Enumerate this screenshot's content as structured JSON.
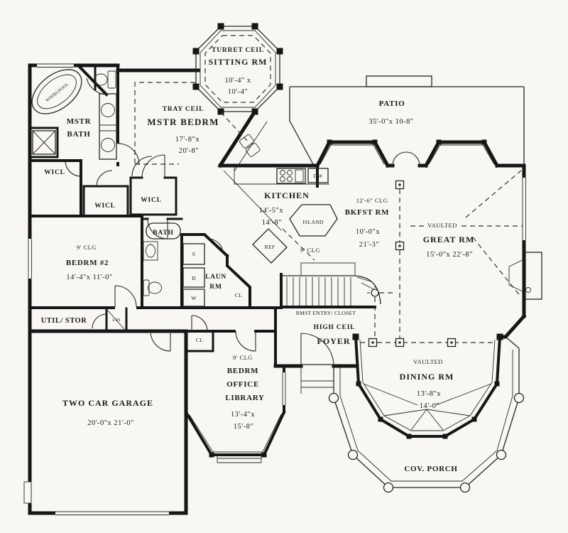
{
  "plan": {
    "background": "#f8f7f3",
    "ink": "#1b1b1b",
    "rooms": {
      "sitting": {
        "ceil": "TURRET CEIL",
        "name": "SITTING RM",
        "dim1": "10'-4\" x",
        "dim2": "10'-4\""
      },
      "mstr_bedrm": {
        "ceil": "TRAY CEIL",
        "name": "MSTR BEDRM",
        "dim1": "17'-8\"x",
        "dim2": "20'-8\""
      },
      "mstr_bath": {
        "line1": "MSTR",
        "line2": "BATH"
      },
      "patio": {
        "name": "PATIO",
        "dim": "35'-0\"x 10-8\""
      },
      "kitchen": {
        "name": "KITCHEN",
        "dim1": "14'-5\"x",
        "dim2": "14'-8\"",
        "clg": "9' CLG"
      },
      "bkfst": {
        "clg": "12'-6\" CLG",
        "name": "BKFST RM",
        "dim1": "10'-0\"x",
        "dim2": "21'-3\""
      },
      "great": {
        "clg": "VAULTED",
        "name": "GREAT RM",
        "dim": "15'-0\"x 22'-8\""
      },
      "bedrm2": {
        "clg": "9' CLG",
        "name": "BEDRM #2",
        "dim": "14'-4\"x 11'-0\""
      },
      "laun": {
        "line1": "LAUN",
        "line2": "RM"
      },
      "util": {
        "name": "UTIL/ STOR"
      },
      "foyer": {
        "clg": "HIGH CEIL",
        "name": "FOYER",
        "stairs": "BMST ENTRY/ CLOSET"
      },
      "dining": {
        "clg": "VAULTED",
        "name": "DINING RM",
        "dim1": "13'-8\"x",
        "dim2": "14'-0\""
      },
      "garage": {
        "name": "TWO CAR GARAGE",
        "dim": "20'-0\"x 21'-0\""
      },
      "office": {
        "clg": "9' CLG",
        "line1": "BEDRM",
        "line2": "OFFICE",
        "line3": "LIBRARY",
        "dim1": "13'-4\"x",
        "dim2": "15'-8\""
      },
      "porch": {
        "name": "COV. PORCH"
      }
    },
    "fixtures": {
      "whirlpool": "WHIRLPOOL",
      "wicl_1": "WICL",
      "wicl_2": "WICL",
      "wicl_3": "WICL",
      "bath_badge": "BATH",
      "dw": "DW",
      "island": "ISLAND",
      "ref": "REF",
      "sink": "S",
      "dryer": "D",
      "washer": "W",
      "cl_laun": "CL",
      "cl_hall": "CL",
      "lin": "LIN"
    }
  }
}
